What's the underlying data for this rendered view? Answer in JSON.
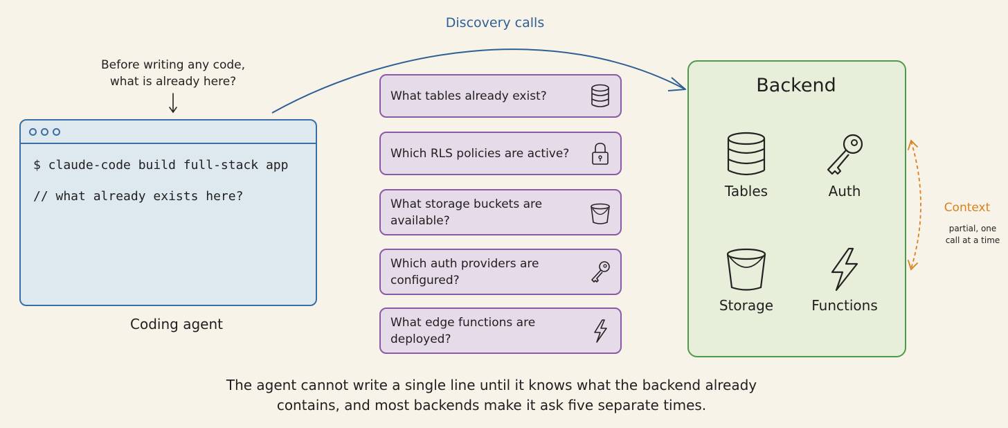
{
  "top_note": {
    "line1": "Before writing any code,",
    "line2": "what is already here?"
  },
  "terminal": {
    "command": "$ claude-code build full-stack app",
    "comment": "// what already exists here?",
    "caption": "Coding agent"
  },
  "discovery_label": "Discovery calls",
  "questions": [
    {
      "text": "What tables already exist?",
      "icon": "database-icon"
    },
    {
      "text": "Which RLS policies are active?",
      "icon": "lock-icon"
    },
    {
      "text": "What storage buckets are available?",
      "icon": "bucket-icon"
    },
    {
      "text": "Which auth providers are configured?",
      "icon": "key-icon"
    },
    {
      "text": "What edge functions are deployed?",
      "icon": "lightning-icon"
    }
  ],
  "backend": {
    "title": "Backend",
    "items": [
      {
        "label": "Tables",
        "icon": "database-icon"
      },
      {
        "label": "Auth",
        "icon": "key-icon"
      },
      {
        "label": "Storage",
        "icon": "bucket-icon"
      },
      {
        "label": "Functions",
        "icon": "lightning-icon"
      }
    ]
  },
  "context": {
    "label": "Context",
    "sub_line1": "partial, one",
    "sub_line2": "call at a time"
  },
  "caption": {
    "line1": "The agent cannot write a single line until it knows what the backend already",
    "line2": "contains, and most backends make it ask five separate times."
  },
  "colors": {
    "terminal_border": "#3b6ea5",
    "card_border": "#8a5aa6",
    "backend_border": "#4e9a4c",
    "context_accent": "#d7821c"
  }
}
